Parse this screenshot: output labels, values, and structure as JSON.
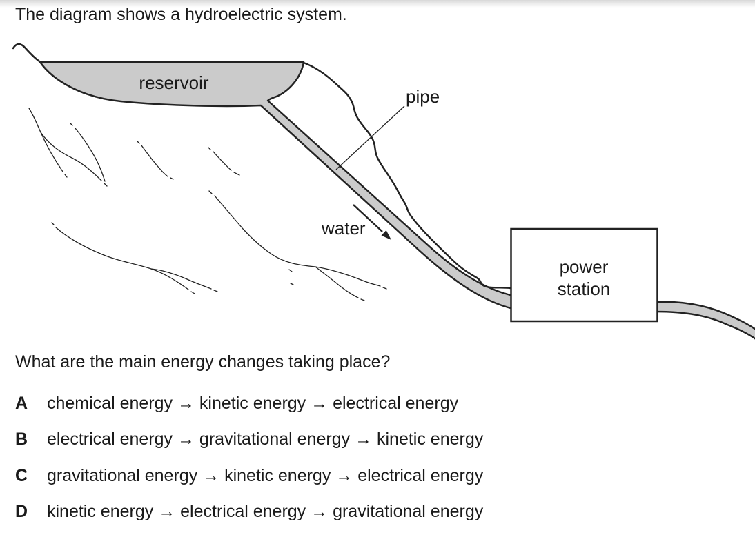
{
  "intro": {
    "text": "The diagram shows a hydroelectric system."
  },
  "diagram": {
    "reservoir_label": "reservoir",
    "pipe_label": "pipe",
    "water_label": "water",
    "power_station_label_line1": "power",
    "power_station_label_line2": "station",
    "colors": {
      "pipe_fill": "#cbcbcb",
      "outline": "#222222",
      "text": "#1a1a1a"
    }
  },
  "question": {
    "text": "What are the main energy changes taking place?",
    "options": [
      {
        "letter": "A",
        "text": "chemical energy → kinetic energy → electrical energy"
      },
      {
        "letter": "B",
        "text": "electrical energy → gravitational energy → kinetic energy"
      },
      {
        "letter": "C",
        "text": "gravitational energy → kinetic energy → electrical energy"
      },
      {
        "letter": "D",
        "text": "kinetic energy → electrical energy → gravitational energy"
      }
    ]
  }
}
